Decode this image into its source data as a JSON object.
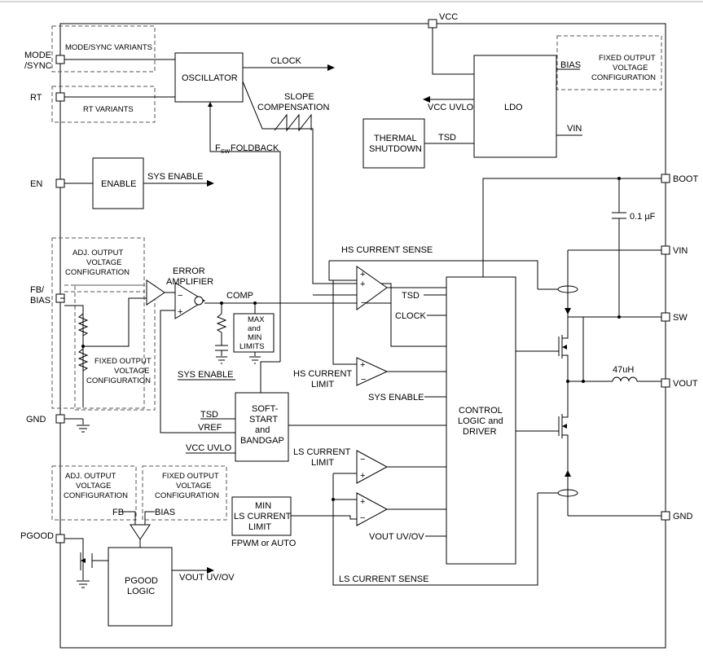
{
  "pins": {
    "vcc": "VCC",
    "mode_sync_1": "MODE",
    "mode_sync_2": "/SYNC",
    "rt": "RT",
    "en": "EN",
    "fb_bias_1": "FB/",
    "fb_bias_2": "BIAS",
    "gnd_left": "GND",
    "pgood": "PGOOD",
    "boot": "BOOT",
    "vin": "VIN",
    "sw": "SW",
    "vout": "VOUT",
    "gnd_right": "GND"
  },
  "blocks": {
    "oscillator": "OSCILLATOR",
    "enable": "ENABLE",
    "ldo": "LDO",
    "thermal_1": "THERMAL",
    "thermal_2": "SHUTDOWN",
    "softstart": [
      "SOFT-",
      "START",
      "and",
      "BANDGAP"
    ],
    "maxmin": [
      "MAX",
      "and",
      "MIN",
      "LIMITS"
    ],
    "minls": [
      "MIN",
      "LS CURRENT",
      "LIMIT"
    ],
    "control": [
      "CONTROL",
      "LOGIC and",
      "DRIVER"
    ],
    "pgood_logic": [
      "PGOOD",
      "LOGIC"
    ]
  },
  "variants": {
    "mode_sync": "MODE/SYNC VARIANTS",
    "rt": "RT VARIANTS",
    "fixed_output_top": [
      "FIXED OUTPUT",
      "VOLTAGE",
      "CONFIGURATION"
    ],
    "adj_output_fb": [
      "ADJ. OUTPUT",
      "VOLTAGE",
      "CONFIGURATION"
    ],
    "fixed_output_fb": [
      "FIXED OUTPUT",
      "VOLTAGE",
      "CONFIGURATION"
    ],
    "adj_output_pgood": [
      "ADJ. OUTPUT",
      "VOLTAGE",
      "CONFIGURATION"
    ],
    "fixed_output_pgood": [
      "FIXED OUTPUT",
      "VOLTAGE",
      "CONFIGURATION"
    ]
  },
  "signals": {
    "clock": "CLOCK",
    "slope_1": "SLOPE",
    "slope_2": "COMPENSATION",
    "fsw_f": "F",
    "fsw_sub": "SW",
    "fsw_rest": " FOLDBACK",
    "sys_enable": "SYS ENABLE",
    "vcc_uvlo": "VCC UVLO",
    "tsd": "TSD",
    "bias": "BIAS",
    "vin_ldo": "VIN",
    "hs_current_sense": "HS CURRENT SENSE",
    "error_amp_1": "ERROR",
    "error_amp_2": "AMPLIFIER",
    "comp": "COMP",
    "tsd_ctrl": "TSD",
    "clock_ctrl": "CLOCK",
    "hs_limit_1": "HS CURRENT",
    "hs_limit_2": "LIMIT",
    "sys_enable_ctrl": "SYS ENABLE",
    "ss_sys_enable": "SYS ENABLE",
    "ss_tsd": "TSD",
    "ss_vref": "VREF",
    "ss_vcc_uvlo": "VCC UVLO",
    "ls_limit_1": "LS CURRENT",
    "ls_limit_2": "LIMIT",
    "fpwm": "FPWM or AUTO",
    "vout_uvov_ctrl": "VOUT UV/OV",
    "ls_current_sense": "LS CURRENT SENSE",
    "fb": "FB",
    "bias_pg": "BIAS",
    "vout_uvov": "VOUT UV/OV",
    "cap": "0.1 µF",
    "inductor": "47uH",
    "plus": "+",
    "minus": "−"
  }
}
